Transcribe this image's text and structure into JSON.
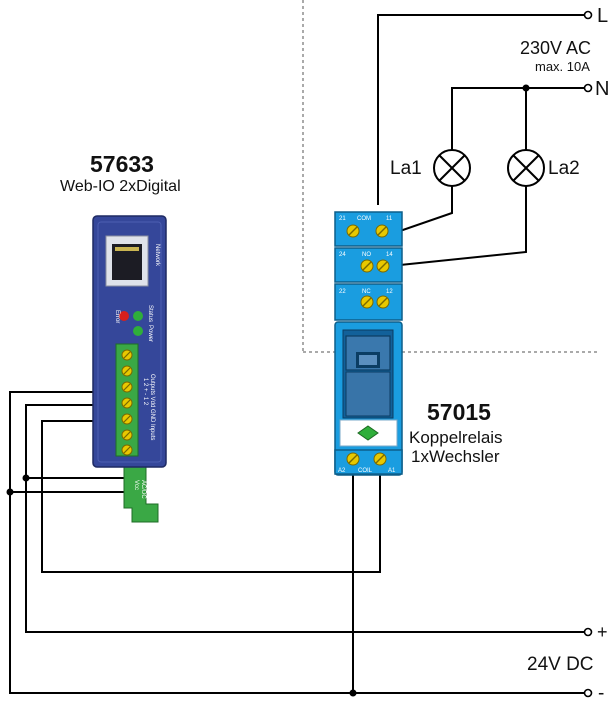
{
  "supply_ac": {
    "terminal_l": "L",
    "terminal_n": "N",
    "voltage": "230V AC",
    "max_current": "max. 10A"
  },
  "lamps": {
    "la1": "La1",
    "la2": "La2"
  },
  "webio": {
    "part_number": "57633",
    "name": "Web-IO 2xDigital",
    "port_label": "Network",
    "led_error": "Error",
    "led_status": "Status",
    "led_power": "Power",
    "terminal_labels": "1  2  +  -  1  2",
    "io_labels": "Outputs Vdd GND Inputs",
    "supply_label": "Vcc",
    "supply_sub": "AC/DC"
  },
  "relay": {
    "part_number": "57015",
    "name": "Koppelrelais",
    "description": "1xWechsler",
    "com": {
      "left": "21",
      "mid": "COM",
      "right": "11"
    },
    "no": {
      "left": "24",
      "mid": "NO",
      "right": "14"
    },
    "nc": {
      "left": "22",
      "mid": "NC",
      "right": "12"
    },
    "coil": {
      "left": "A2",
      "mid": "COIL",
      "right": "A1"
    }
  },
  "supply_dc": {
    "plus": "+",
    "minus": "-",
    "voltage": "24V DC"
  },
  "colors": {
    "webio_body": "#35479a",
    "relay_body": "#1a9de0",
    "terminal_green": "#3aa845",
    "screw_yellow": "#e8c800",
    "led_red": "#d8201c",
    "led_green": "#2fae3a"
  }
}
